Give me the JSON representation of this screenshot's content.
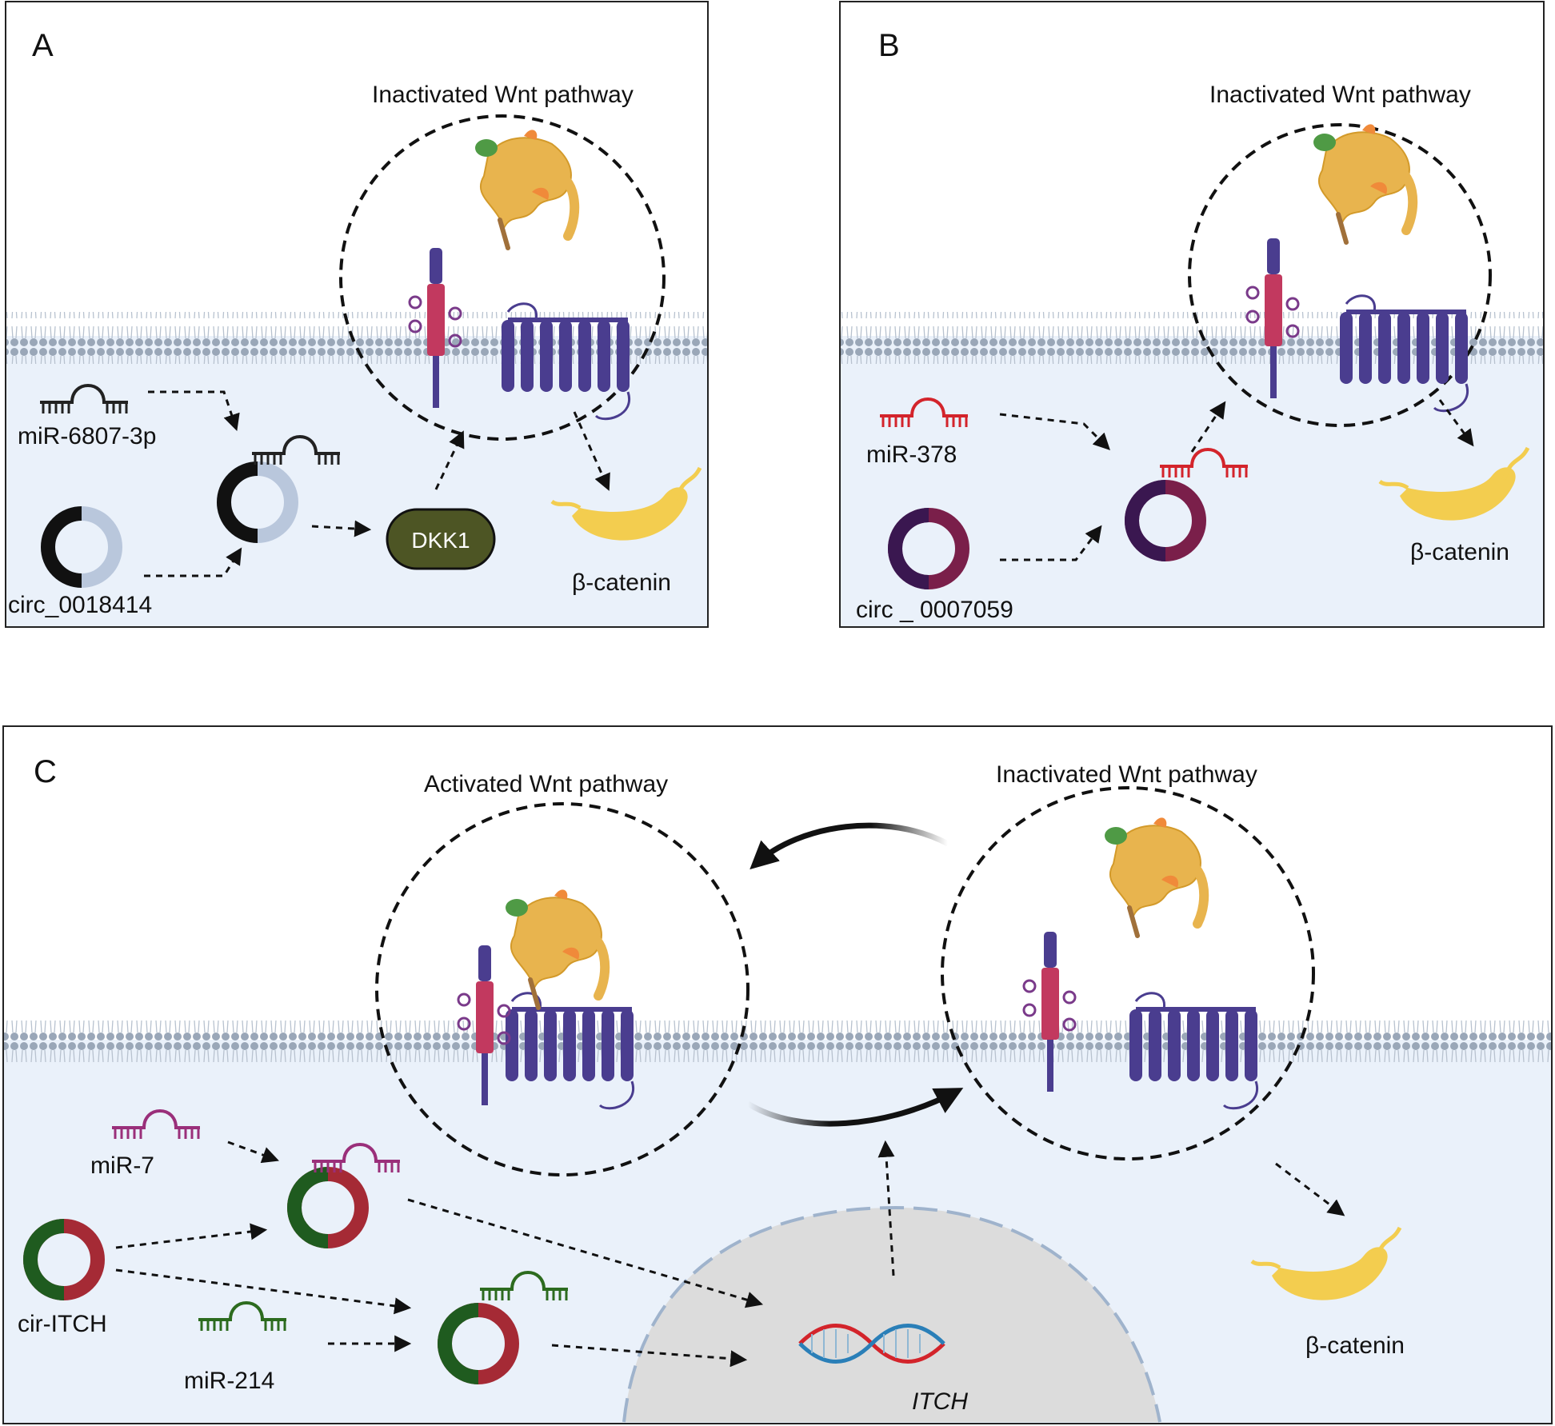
{
  "panels": [
    {
      "letter": "A",
      "title": "Inactivated Wnt pathway",
      "mirna": "miR-6807-3p",
      "circrna": "circ_0018414",
      "target": "DKK1",
      "product": "β-catenin"
    },
    {
      "letter": "B",
      "title": "Inactivated Wnt pathway",
      "mirna": "miR-378",
      "circrna": "circ _ 0007059",
      "product": "β-catenin"
    },
    {
      "letter": "C",
      "title_active": "Activated Wnt pathway",
      "title_inactive": "Inactivated Wnt pathway",
      "mirna_1": "miR-7",
      "mirna_2": "miR-214",
      "circrna": "cir-ITCH",
      "gene": "ITCH",
      "product": "β-catenin"
    }
  ],
  "colors": {
    "membrane_bead": "#9aa7b8",
    "cytoplasm": "#eaf1fa",
    "receptor_purple": "#4a3d8f",
    "receptor_red": "#c2395f",
    "beta_catenin": "#f3cd4f",
    "dkk1": "#4d5524",
    "nucleus": "#dcdcdc",
    "circ_A_dark": "#111111",
    "circ_A_light": "#b9c7dc",
    "circ_B_dark": "#3a1750",
    "circ_B_light": "#7a1f4a",
    "circ_C_green": "#1f5b1f",
    "circ_C_red": "#a52a35",
    "mir_black": "#222222",
    "mir_red": "#d3242b",
    "mir_purple": "#9a2f7a",
    "mir_green": "#2c6b1e"
  }
}
